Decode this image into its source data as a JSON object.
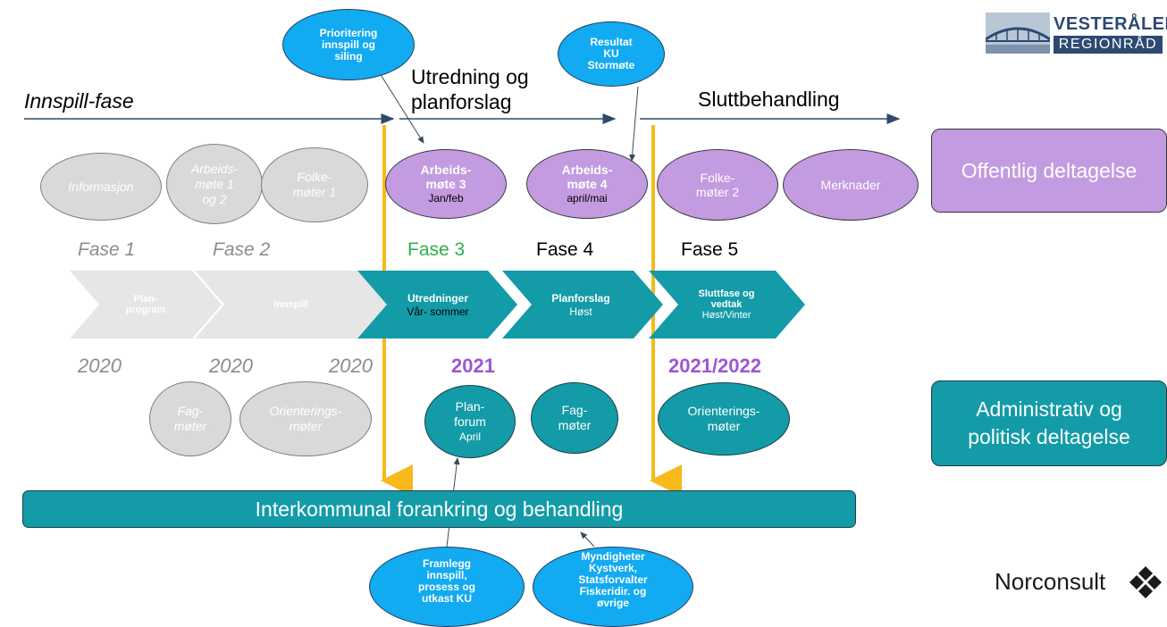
{
  "top_labels": {
    "innspill_fase": "Innspill-fase",
    "utredning_line1": "Utredning og",
    "utredning_line2": "planforslag",
    "sluttbehandling": "Sluttbehandling"
  },
  "callouts_top": {
    "prioritering": [
      "Prioritering",
      "innspill og",
      "siling"
    ],
    "resultat": [
      "Resultat",
      "KU",
      "Stormøte"
    ]
  },
  "public_row": {
    "informasjon": "Informasjon",
    "arbeidsmote12": [
      "Arbeids-",
      "møte 1",
      "og 2"
    ],
    "folkemoter1": [
      "Folke-",
      "møter 1"
    ],
    "arbeidsmote3": {
      "line1": "Arbeids-",
      "line2": "møte 3",
      "sub": "Jan/feb"
    },
    "arbeidsmote4": {
      "line1": "Arbeids-",
      "line2": "møte 4",
      "sub": "april/mai"
    },
    "folkemoter2": [
      "Folke-",
      "møter 2"
    ],
    "merknader": "Merknader"
  },
  "phases": [
    "Fase 1",
    "Fase 2",
    "Fase 3",
    "Fase 4",
    "Fase 5"
  ],
  "chevrons": {
    "planprogram": [
      "Plan-",
      "program"
    ],
    "innspill": "Innspill",
    "utredninger": {
      "title": "Utredninger",
      "sub": "Vår- sommer"
    },
    "planforslag": {
      "title": "Planforslag",
      "sub": "Høst"
    },
    "sluttfase": {
      "title1": "Sluttfase og",
      "title2": "vedtak",
      "sub": "Høst/Vinter"
    }
  },
  "years": {
    "y1": "2020",
    "y2": "2020",
    "y3": "2020",
    "y4": "2021",
    "y5": "2021/2022"
  },
  "admin_row": {
    "fagmoter1": [
      "Fag-",
      "møter"
    ],
    "orientering1": [
      "Orienterings-",
      "møter"
    ],
    "planforum": {
      "lines": [
        "Plan-",
        "forum"
      ],
      "sub": "April"
    },
    "fagmoter2": [
      "Fag-",
      "møter"
    ],
    "orientering2": [
      "Orienterings-",
      "møter"
    ]
  },
  "bottom_bar": "Interkommunal forankring og behandling",
  "callouts_bottom": {
    "framlegg": [
      "Framlegg",
      "innspill,",
      "prosess og",
      "utkast KU"
    ],
    "myndigheter": [
      "Myndigheter",
      "Kystverk,",
      "Statsforvalter",
      "Fiskeridir. og",
      "øvrige"
    ]
  },
  "side_boxes": {
    "offentlig": "Offentlig deltagelse",
    "admin": [
      "Administrativ og",
      "politisk deltagelse"
    ]
  },
  "logos": {
    "vesteralen": "VESTERÅLEN",
    "regionrad": "REGIONRÅD",
    "norconsult": "Norconsult"
  },
  "colors": {
    "purple": "#c39be0",
    "teal": "#139ba8",
    "grey": "#d9d9d9",
    "blue": "#12aaf0",
    "orange": "#f7b91b",
    "fase3_green": "#2eb04c",
    "year_purple": "#9e55d6"
  }
}
